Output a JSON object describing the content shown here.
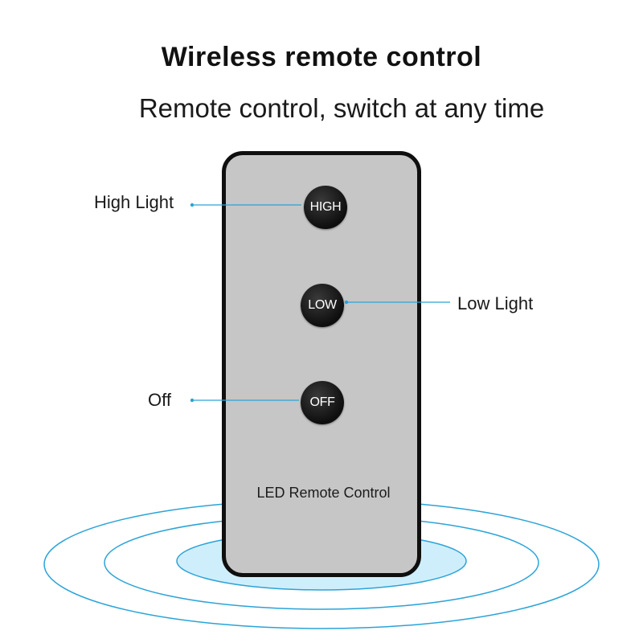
{
  "heading": {
    "title": "Wireless remote control",
    "subtitle": "Remote control, switch at any time"
  },
  "remote": {
    "buttons": {
      "high": "HIGH",
      "low": "LOW",
      "off": "OFF"
    },
    "label": "LED Remote Control"
  },
  "callouts": {
    "high": "High Light",
    "low": "Low Light",
    "off": "Off"
  },
  "colors": {
    "wave_line": "#2aa3d8",
    "wave_fill": "#cfeefb",
    "remote_body": "#c6c6c6",
    "remote_border": "#0f0f0f",
    "button": "#111111"
  }
}
